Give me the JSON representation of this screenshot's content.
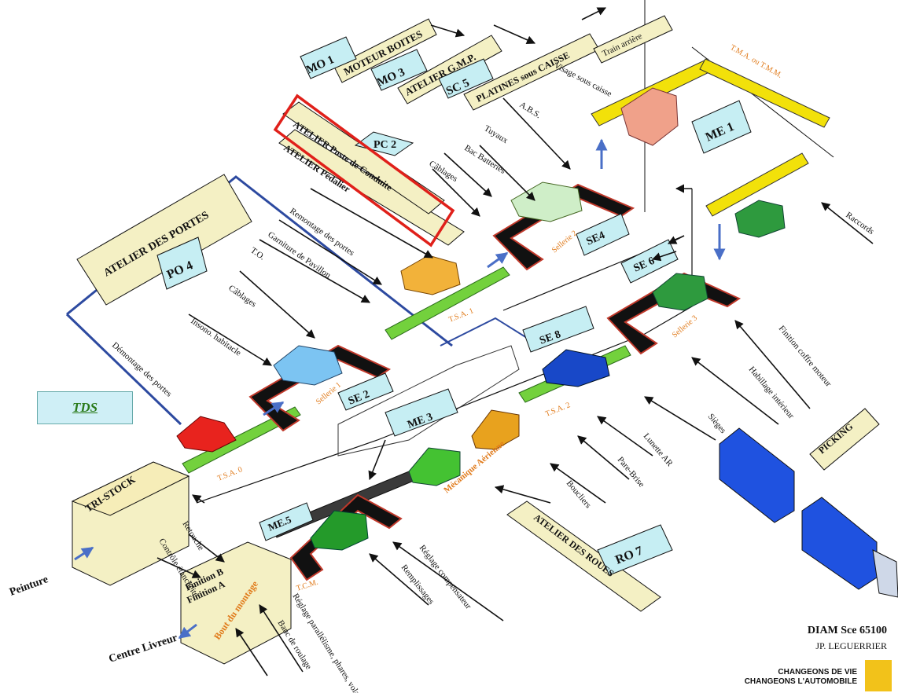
{
  "boxes": {
    "mo1": "MO 1",
    "moteur_boites": "MOTEUR BOITES",
    "mo3": "MO 3",
    "atelier_gmp": "ATELIER G.M.P.",
    "sc5": "SC 5",
    "platines": "PLATINES sous CAISSE",
    "train_arriere": "Train arrière",
    "pc2": "PC 2",
    "poste_conduite": "ATELIER Poste de Conduite",
    "pedalier": "ATELIER Pédalier",
    "portes": "ATELIER DES PORTES",
    "po4": "PO 4",
    "me1": "ME 1",
    "se4": "SE4",
    "se6": "SE 6",
    "se8": "SE 8",
    "se2": "SE 2",
    "me3": "ME 3",
    "me5": "ME.5",
    "ro7": "RO 7",
    "roues": "ATELIER DES ROUES",
    "picking": "PICKING",
    "tristock": "TRI-STOCK",
    "finition_b": "Finition B",
    "finition_a": "Finition A",
    "bout_montage": "Bout du montage"
  },
  "labels": {
    "visage": "Visage sous caisse",
    "tma": "T.M.A. ou T.M.M.",
    "abs": "A.B.S.",
    "tuyaux": "Tuyaux",
    "bac": "Bac Batteries",
    "cablages_top": "Câblages",
    "raccords": "Raccords",
    "remontage": "Remontage des portes",
    "garniture": "Garniture de Pavillon",
    "to": "T.O.",
    "cablages_left": "Câblages",
    "insono": "Insono. habitacle",
    "demontage": "Démontage des portes",
    "sellerie1": "Sellerie 1",
    "sellerie2": "Sellerie 2",
    "sellerie3": "Sellerie 3",
    "tsa0": "T.S.A. 0",
    "tsa1": "T.S.A. 1",
    "tsa2": "T.S.A. 2",
    "tcm": "T.C.M.",
    "mecanique": "Mécanique Aérienne",
    "finition_coffre": "Finition coffre moteur",
    "habillage": "Habillage intérieur",
    "sieges": "Sièges",
    "lunette": "Lunette AR",
    "pare_brise": "Pare-Brise",
    "boucliers": "Boucliers",
    "reglage_comp": "Réglage compensateur",
    "remplissages": "Remplissages",
    "reglage_par": "Réglage parallélisme, phares, volant.",
    "banc": "Banc de roulage",
    "retouche": "Retouche",
    "controle": "Contrôle étanchéité",
    "peinture": "Peinture",
    "centre": "Centre Livreur"
  },
  "tds": "TDS",
  "credit": {
    "line1": "DIAM Sce 65100",
    "line2": "JP. LEGUERRIER"
  },
  "brand": {
    "line1": "CHANGEONS DE VIE",
    "line2": "CHANGEONS L'AUTOMOBILE"
  },
  "colors": {
    "box_fill": "#f4f0c4",
    "cyan_fill": "#c6eef3",
    "highlight": "#e0201a",
    "route": "#2d4aa0",
    "conveyor": "#73d13d",
    "orange": "#e07a1a",
    "yellow": "#f2e10a"
  }
}
